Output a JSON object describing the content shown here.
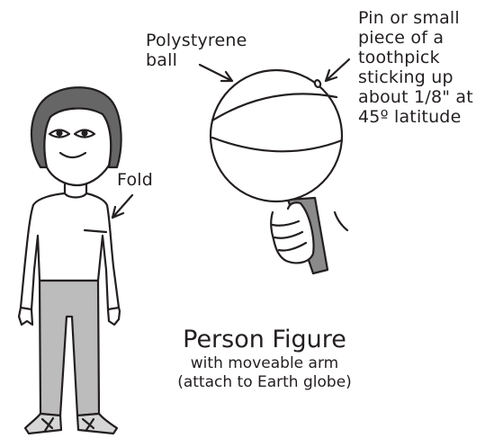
{
  "labels": {
    "polystyrene": [
      "Polystyrene",
      "ball"
    ],
    "pin": [
      "Pin or small",
      "piece of a",
      "toothpick",
      "sticking up",
      "about 1/8\" at",
      "45º latitude"
    ],
    "fold": "Fold"
  },
  "title": {
    "main": "Person Figure",
    "sub": [
      "with moveable arm",
      "(attach to Earth globe)"
    ]
  },
  "colors": {
    "line": "#231f20",
    "hair": "#666666",
    "pants": "#bcbcbc",
    "shoes": "#d6d6d6",
    "hand_grip": "#8a8a8a",
    "background": "#ffffff"
  }
}
